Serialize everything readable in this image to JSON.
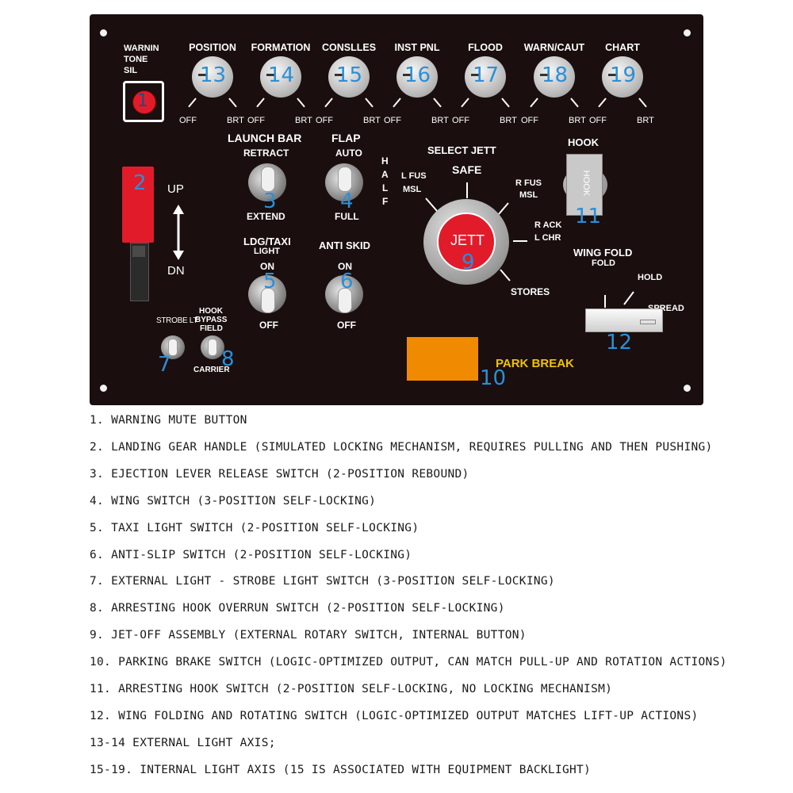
{
  "panel": {
    "warning_tone": [
      "WARNIN",
      "TONE",
      "SIL"
    ],
    "knobs": [
      {
        "label": "POSITION",
        "num": "13",
        "off": "OFF",
        "brt": "BRT"
      },
      {
        "label": "FORMATION",
        "num": "14",
        "off": "OFF",
        "brt": "BRT"
      },
      {
        "label": "CONSLLES",
        "num": "15",
        "off": "OFF",
        "brt": "BRT"
      },
      {
        "label": "INST PNL",
        "num": "16",
        "off": "OFF",
        "brt": "BRT"
      },
      {
        "label": "FLOOD",
        "num": "17",
        "off": "OFF",
        "brt": "BRT"
      },
      {
        "label": "WARN/CAUT",
        "num": "18",
        "off": "OFF",
        "brt": "BRT"
      },
      {
        "label": "CHART",
        "num": "19",
        "off": "OFF",
        "brt": "BRT"
      }
    ],
    "num1": "1",
    "gear": {
      "num": "2",
      "up": "UP",
      "dn": "DN"
    },
    "launch_bar": {
      "title": "LAUNCH BAR",
      "top": "RETRACT",
      "bottom": "EXTEND",
      "num": "3"
    },
    "flap": {
      "title": "FLAP",
      "top": "AUTO",
      "bottom": "FULL",
      "num": "4",
      "half": [
        "H",
        "A",
        "L",
        "F"
      ]
    },
    "ldg_taxi": {
      "title1": "LDG/TAXI",
      "title2": "LIGHT",
      "top": "ON",
      "bottom": "OFF",
      "num": "5"
    },
    "anti_skid": {
      "title": "ANTI SKID",
      "top": "ON",
      "bottom": "OFF",
      "num": "6"
    },
    "strobe": {
      "label": "STROBE LT",
      "num": "7"
    },
    "hook_bypass": {
      "l1": "HOOK",
      "l2": "BYPASS",
      "l3": "FIELD",
      "bottom": "CARRIER",
      "num": "8"
    },
    "jett": {
      "title": "SELECT JETT",
      "safe": "SAFE",
      "lfus1": "L FUS",
      "lfus2": "MSL",
      "rfus1": "R FUS",
      "rfus2": "MSL",
      "rack1": "R ACK",
      "rack2": "L CHR",
      "stores": "STORES",
      "button": "JETT",
      "num": "9"
    },
    "park": {
      "label": "PARK BREAK",
      "num": "10"
    },
    "hook": {
      "title": "HOOK",
      "handle": "HOOK",
      "num": "11"
    },
    "wing_fold": {
      "title": "WING FOLD",
      "fold": "FOLD",
      "hold": "HOLD",
      "spread": "SPREAD",
      "num": "12"
    },
    "colors": {
      "panel": "#1a0e0e",
      "number": "#2a8fd8",
      "red": "#e21b2a",
      "orange": "#f08a00",
      "park_text": "#f2c300"
    }
  },
  "legend": [
    "1.  WARNING MUTE BUTTON",
    "2.  LANDING GEAR HANDLE (SIMULATED LOCKING MECHANISM, REQUIRES PULLING AND THEN PUSHING)",
    "3.  EJECTION LEVER RELEASE SWITCH (2-POSITION REBOUND)",
    "4.  WING SWITCH (3-POSITION SELF-LOCKING)",
    "5.  TAXI LIGHT SWITCH (2-POSITION SELF-LOCKING)",
    "6.  ANTI-SLIP SWITCH (2-POSITION SELF-LOCKING)",
    "7.  EXTERNAL LIGHT - STROBE LIGHT SWITCH (3-POSITION SELF-LOCKING)",
    "8.  ARRESTING HOOK OVERRUN SWITCH (2-POSITION SELF-LOCKING)",
    "9.  JET-OFF ASSEMBLY (EXTERNAL ROTARY SWITCH, INTERNAL BUTTON)",
    "10.  PARKING BRAKE SWITCH (LOGIC-OPTIMIZED OUTPUT, CAN MATCH PULL-UP AND ROTATION ACTIONS)",
    "11.  ARRESTING HOOK SWITCH (2-POSITION SELF-LOCKING, NO LOCKING MECHANISM)",
    "12.  WING FOLDING AND ROTATING SWITCH (LOGIC-OPTIMIZED OUTPUT MATCHES LIFT-UP ACTIONS)",
    "13-14 EXTERNAL LIGHT AXIS;",
    "15-19.  INTERNAL LIGHT AXIS (15 IS ASSOCIATED WITH EQUIPMENT BACKLIGHT)"
  ]
}
